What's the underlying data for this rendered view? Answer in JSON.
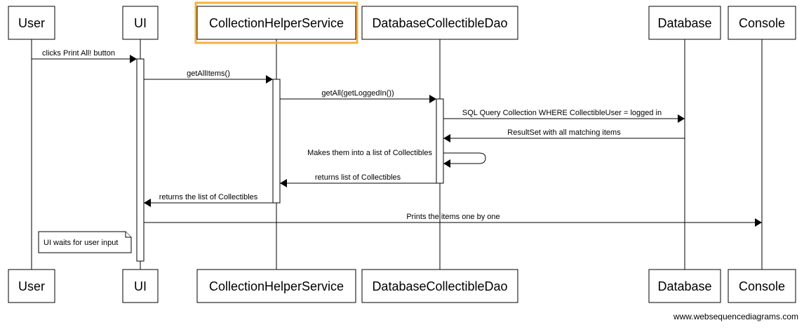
{
  "actors": [
    {
      "id": "user",
      "label": "User"
    },
    {
      "id": "ui",
      "label": "UI"
    },
    {
      "id": "chs",
      "label": "CollectionHelperService",
      "highlighted": true
    },
    {
      "id": "dao",
      "label": "DatabaseCollectibleDao"
    },
    {
      "id": "db",
      "label": "Database"
    },
    {
      "id": "console",
      "label": "Console"
    }
  ],
  "messages": [
    {
      "from": "user",
      "to": "ui",
      "label": "clicks Print All! button",
      "style": "solid"
    },
    {
      "from": "ui",
      "to": "chs",
      "label": "getAllItems()",
      "style": "solid"
    },
    {
      "from": "chs",
      "to": "dao",
      "label": "getAll(getLoggedIn())",
      "style": "solid"
    },
    {
      "from": "dao",
      "to": "db",
      "label": "SQL Query Collection WHERE CollectibleUser = logged in",
      "style": "solid"
    },
    {
      "from": "db",
      "to": "dao",
      "label": "ResultSet with all matching items",
      "style": "solid"
    },
    {
      "from": "dao",
      "to": "dao",
      "label": "Makes them into a list of Collectibles",
      "style": "self"
    },
    {
      "from": "dao",
      "to": "chs",
      "label": "returns list of Collectibles",
      "style": "solid"
    },
    {
      "from": "chs",
      "to": "ui",
      "label": "returns the list of Collectibles",
      "style": "solid"
    },
    {
      "from": "ui",
      "to": "console",
      "label": "Prints the items one by one",
      "style": "solid"
    }
  ],
  "note": {
    "text": "UI waits for user input",
    "attached_to": "ui"
  },
  "footer": "www.websequencediagrams.com",
  "colors": {
    "highlight": "#f5b041",
    "stroke": "#000000",
    "background": "#ffffff"
  }
}
